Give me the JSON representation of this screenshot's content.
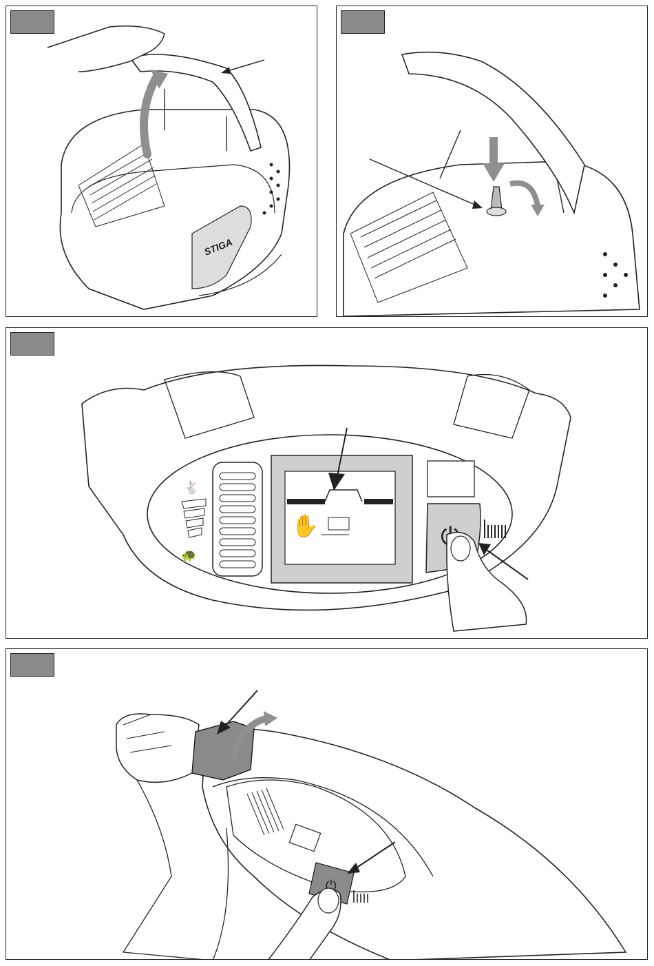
{
  "document": {
    "panels": [
      {
        "id": "panel-1",
        "description_icon": "lift-cover-illustration",
        "brand_text": "STIGA"
      },
      {
        "id": "panel-2",
        "description_icon": "open-battery-compartment-illustration"
      },
      {
        "id": "panel-3",
        "description_icon": "control-panel-power-button-illustration"
      },
      {
        "id": "panel-4",
        "description_icon": "hand-pressing-power-button-illustration"
      }
    ]
  },
  "colors": {
    "tab": "#8a8a8a",
    "line": "#222222",
    "arrow_gray": "#8f8f8f",
    "panel_fill": "#cfcfcf"
  }
}
